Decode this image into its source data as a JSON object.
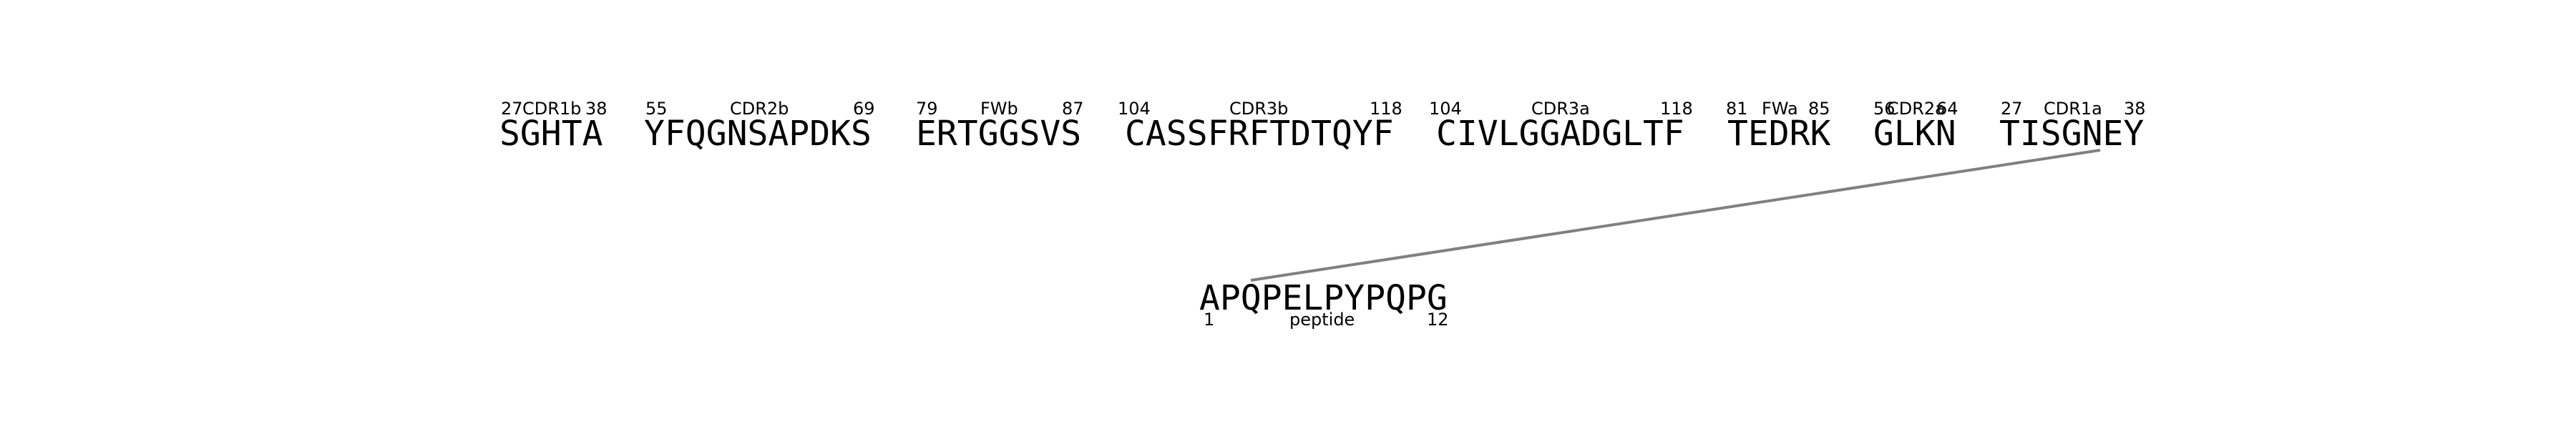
{
  "segments": [
    {
      "id": "cdr1b",
      "sequence": "SGHTA",
      "label": "CDR1b",
      "start": "27",
      "end": "38"
    },
    {
      "id": "cdr2b",
      "sequence": "YFQGNSAPDKS",
      "label": "CDR2b",
      "start": "55",
      "end": "69"
    },
    {
      "id": "fwb",
      "sequence": "ERTGGSVS",
      "label": "FWb",
      "start": "79",
      "end": "87"
    },
    {
      "id": "cdr3b",
      "sequence": "CASSFRFTDTQYF",
      "label": "CDR3b",
      "start": "104",
      "end": "118"
    },
    {
      "id": "cdr3a",
      "sequence": "CIVLGGADGLTF",
      "label": "CDR3a",
      "start": "104",
      "end": "118"
    },
    {
      "id": "fwa",
      "sequence": "TEDRK",
      "label": "FWa",
      "start": "81",
      "end": "85"
    },
    {
      "id": "cdr2a",
      "sequence": "GLKN",
      "label": "CDR2a",
      "start": "56",
      "end": "64"
    },
    {
      "id": "cdr1a",
      "sequence": "TISGNEY",
      "label": "CDR1a",
      "start": "27",
      "end": "38"
    }
  ],
  "peptide": {
    "sequence": "APQPELPYPQPG",
    "label": "peptide",
    "start": "1",
    "end": "12"
  },
  "colors": {
    "text": "#000000",
    "link": "#808080"
  }
}
